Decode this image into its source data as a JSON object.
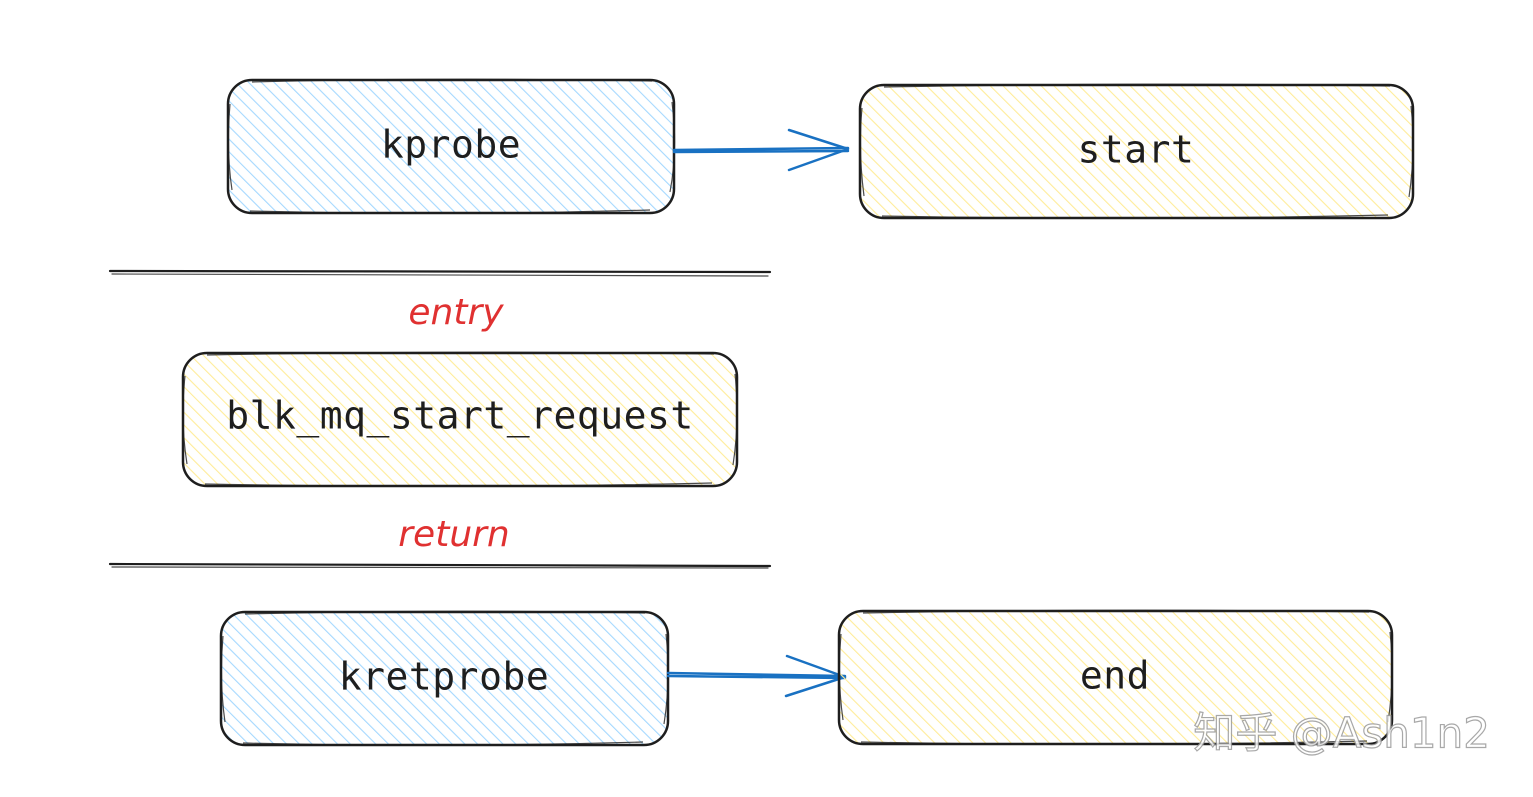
{
  "colors": {
    "blue_fill": "#a5d8ff",
    "yellow_fill": "#ffec99",
    "stroke": "#1e1e1e",
    "arrow": "#1971c2",
    "note": "#e03131"
  },
  "nodes": {
    "kprobe": "kprobe",
    "start": "start",
    "blk": "blk_mq_start_request",
    "kretprobe": "kretprobe",
    "end": "end"
  },
  "notes": {
    "entry": "entry",
    "return": "return"
  },
  "watermark": "知乎 @Ash1n2"
}
